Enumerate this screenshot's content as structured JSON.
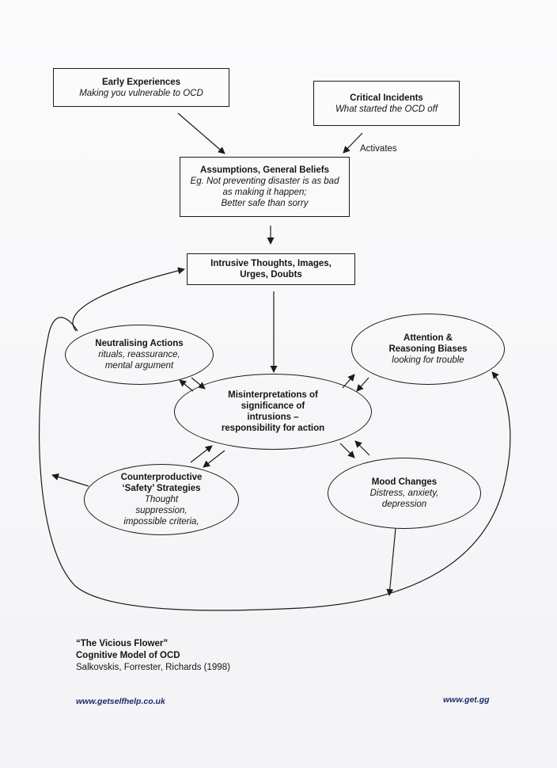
{
  "early": {
    "title": "Early Experiences",
    "sub": "Making you vulnerable to OCD"
  },
  "critical": {
    "title": "Critical Incidents",
    "sub": "What started the OCD off"
  },
  "activates_label": "Activates",
  "assumptions": {
    "title": "Assumptions, General Beliefs",
    "sub1": "Eg. Not preventing disaster is as bad",
    "sub2": "as making it happen;",
    "sub3": "Better safe than sorry"
  },
  "intrusive": {
    "line1": "Intrusive Thoughts, Images,",
    "line2": "Urges, Doubts"
  },
  "neutralising": {
    "title": "Neutralising Actions",
    "sub1": "rituals, reassurance,",
    "sub2": "mental argument"
  },
  "attention": {
    "title1": "Attention &",
    "title2": "Reasoning Biases",
    "sub": "looking for trouble"
  },
  "misinterpretations": {
    "line1": "Misinterpretations of",
    "line2": "significance of",
    "line3": "intrusions –",
    "line4": "responsibility for action"
  },
  "counterproductive": {
    "title1": "Counterproductive",
    "title2": "‘Safety’ Strategies",
    "sub1": "Thought",
    "sub2": "suppression,",
    "sub3": "impossible criteria,"
  },
  "mood": {
    "title": "Mood Changes",
    "sub1": "Distress, anxiety,",
    "sub2": "depression"
  },
  "caption": {
    "line1": "“The Vicious Flower”",
    "line2": "Cognitive Model of OCD",
    "line3": "Salkovskis, Forrester, Richards (1998)"
  },
  "footer": {
    "left_url": "www.getselfhelp.co.uk",
    "right_url": "www.get.gg"
  }
}
